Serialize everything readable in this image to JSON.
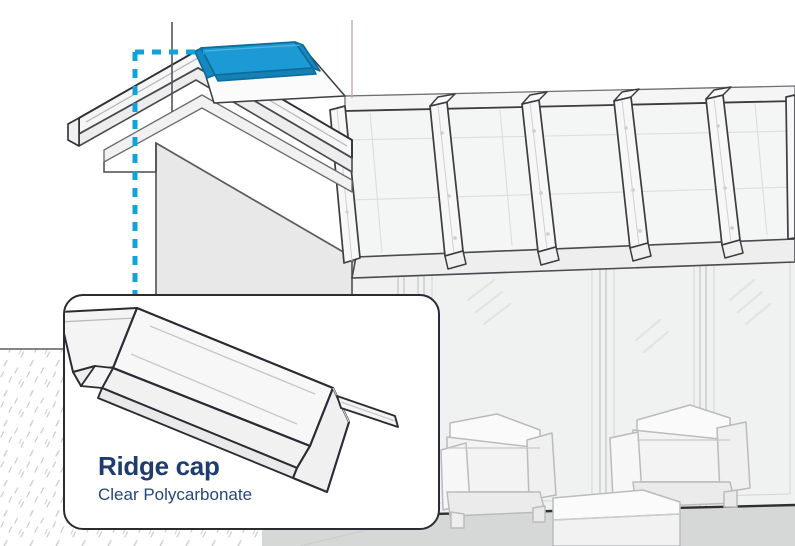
{
  "illustration": {
    "subject": "patio-veranda-roof-cutaway",
    "background_color": "#ffffff",
    "line_color": "#2b2b33",
    "soft_line_color": "#b9bbbf",
    "panel_fill": "#f1f1f2",
    "glass_fill": "#f4f5f5",
    "wall_fill": "#e8e8e9",
    "deck_fill": "#d3d4d4",
    "guide_line_color": "#5c5c60",
    "guide_line_color_secondary": "#c8a9ae"
  },
  "highlight": {
    "name": "ridge-cap-highlight",
    "color": "#1c9ad6",
    "stroke": "#0d6c99",
    "description": "Ridge cap component highlighted in cyan at roof apex"
  },
  "leader": {
    "name": "dashed-leader-line",
    "color": "#11a2d8",
    "dash": "9 8",
    "width": 5,
    "description": "Dashed cyan line connecting highlighted ridge cap to callout card"
  },
  "callout": {
    "title": "Ridge cap",
    "subtitle": "Clear Polycarbonate",
    "title_color": "#1f3c6e",
    "subtitle_color": "#24477c",
    "border_color": "#2b2b33",
    "background": "#ffffff",
    "art_label": "ridge-cap-profile-drawing"
  },
  "scene_parts": [
    {
      "name": "roof-glazing-bars",
      "count": 6,
      "label": "Aluminium glazing bars"
    },
    {
      "name": "roof-panels",
      "count": 5,
      "label": "Clear roof panels"
    },
    {
      "name": "gable-end-wall",
      "label": "End wall"
    },
    {
      "name": "glass-wall-panels",
      "count": 4,
      "label": "Glazed wall panels"
    },
    {
      "name": "armchair-left",
      "label": "Armchair"
    },
    {
      "name": "armchair-right",
      "label": "Armchair"
    },
    {
      "name": "coffee-table",
      "label": "Coffee table"
    },
    {
      "name": "lawn-texture",
      "label": "Grass"
    },
    {
      "name": "patio-deck",
      "label": "Patio decking"
    }
  ]
}
